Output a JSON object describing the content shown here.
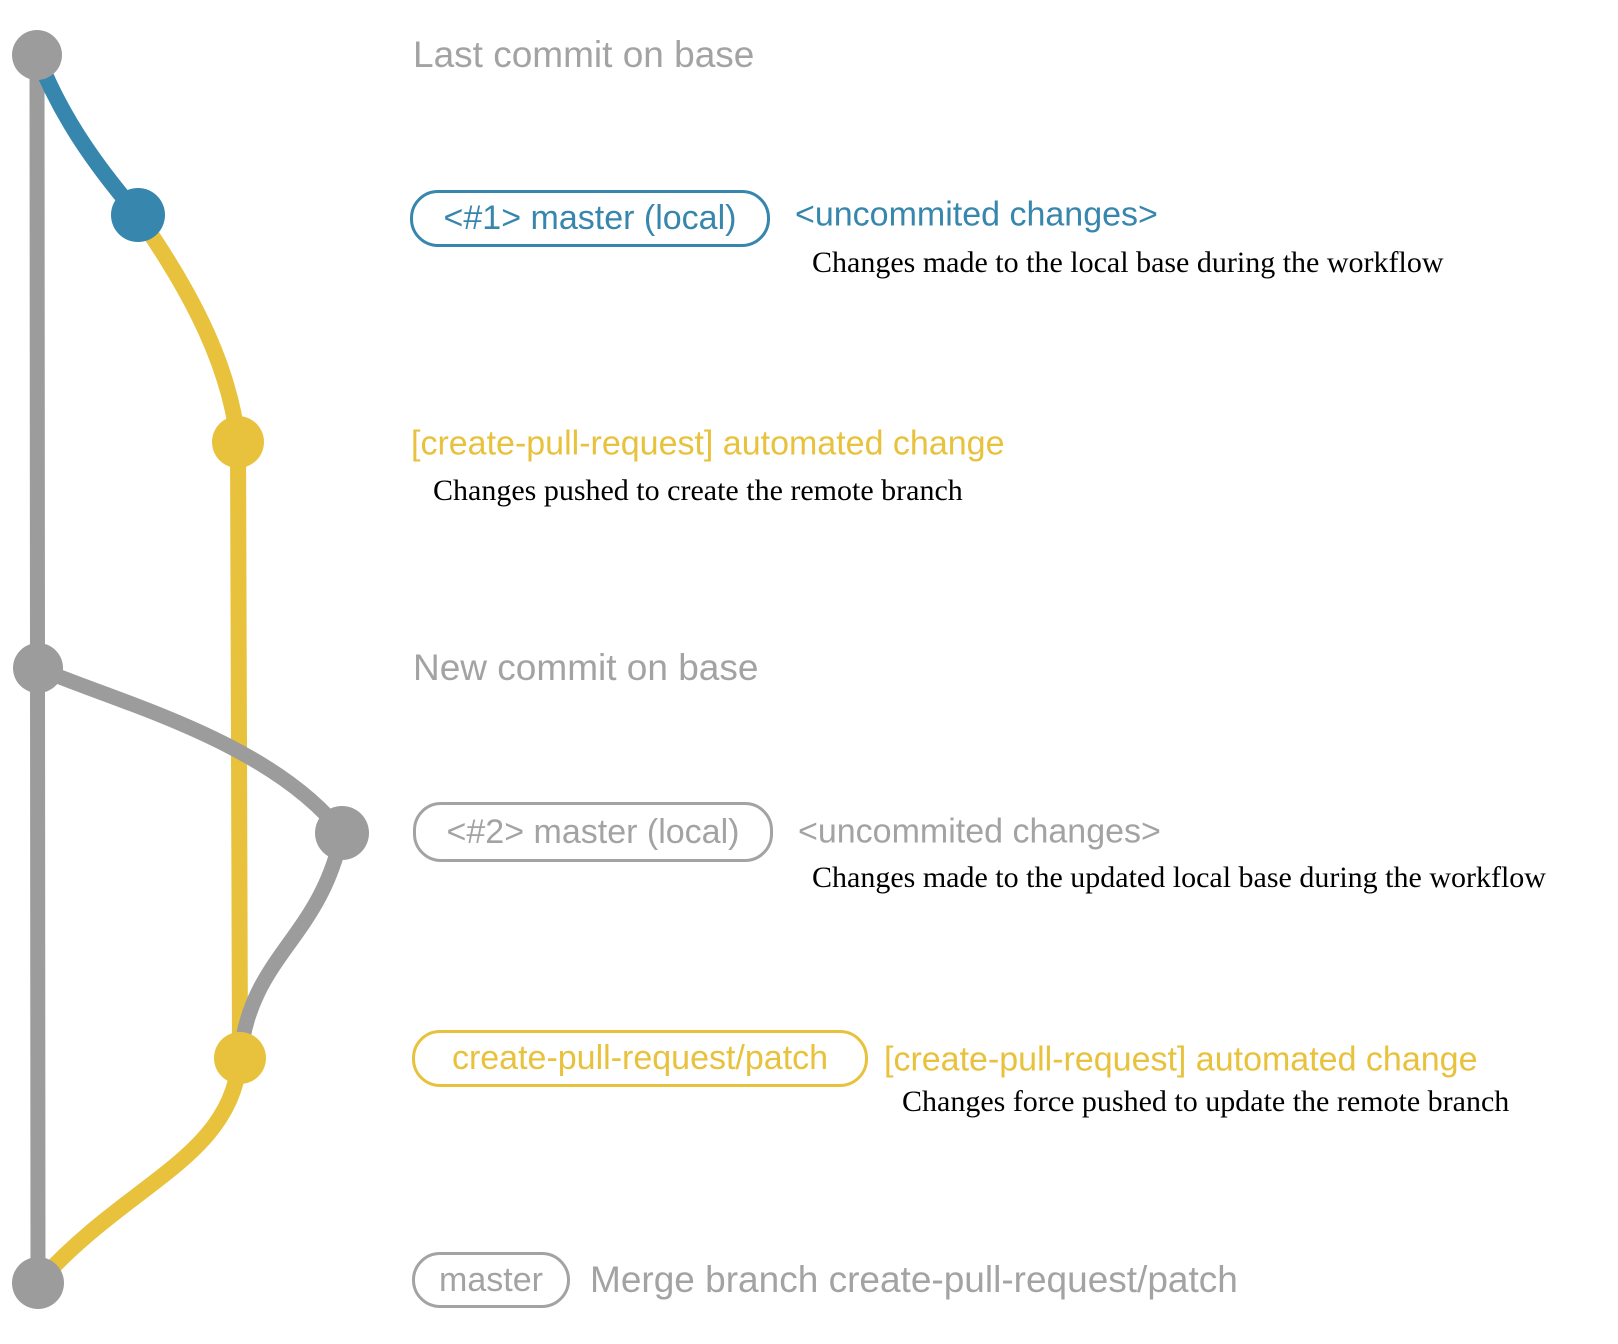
{
  "colors": {
    "base_gray": "#9c9c9c",
    "branch_blue": "#3786ad",
    "branch_yellow": "#e8c23c",
    "label_gray": "#a3a3a3",
    "description_black": "#000000"
  },
  "graph": {
    "type": "git-commit-graph",
    "commits": [
      {
        "id": "last-base",
        "color": "gray",
        "row_label": "Last commit on base"
      },
      {
        "id": "local-1",
        "color": "blue",
        "row_label": "<#1> master (local)"
      },
      {
        "id": "remote-1",
        "color": "yellow",
        "row_label": "[create-pull-request] automated change"
      },
      {
        "id": "new-base",
        "color": "gray",
        "row_label": "New commit on base"
      },
      {
        "id": "local-2",
        "color": "gray",
        "row_label": "<#2> master (local)"
      },
      {
        "id": "remote-2",
        "color": "yellow",
        "row_label": "create-pull-request/patch"
      },
      {
        "id": "merge",
        "color": "gray",
        "row_label": "master"
      }
    ]
  },
  "rows": [
    {
      "label": "Last commit on base"
    },
    {
      "badge": "<#1> master (local)",
      "heading": "<uncommited changes>",
      "description": "Changes made to the local base during the workflow"
    },
    {
      "heading": "[create-pull-request] automated change",
      "description": "Changes pushed to create the remote branch"
    },
    {
      "label": "New commit on base"
    },
    {
      "badge": "<#2> master (local)",
      "heading": "<uncommited changes>",
      "description": "Changes made to the updated local base during the workflow"
    },
    {
      "badge": "create-pull-request/patch",
      "heading": "[create-pull-request] automated change",
      "description": "Changes force pushed to update the remote branch"
    },
    {
      "badge": "master",
      "label": "Merge branch create-pull-request/patch"
    }
  ]
}
